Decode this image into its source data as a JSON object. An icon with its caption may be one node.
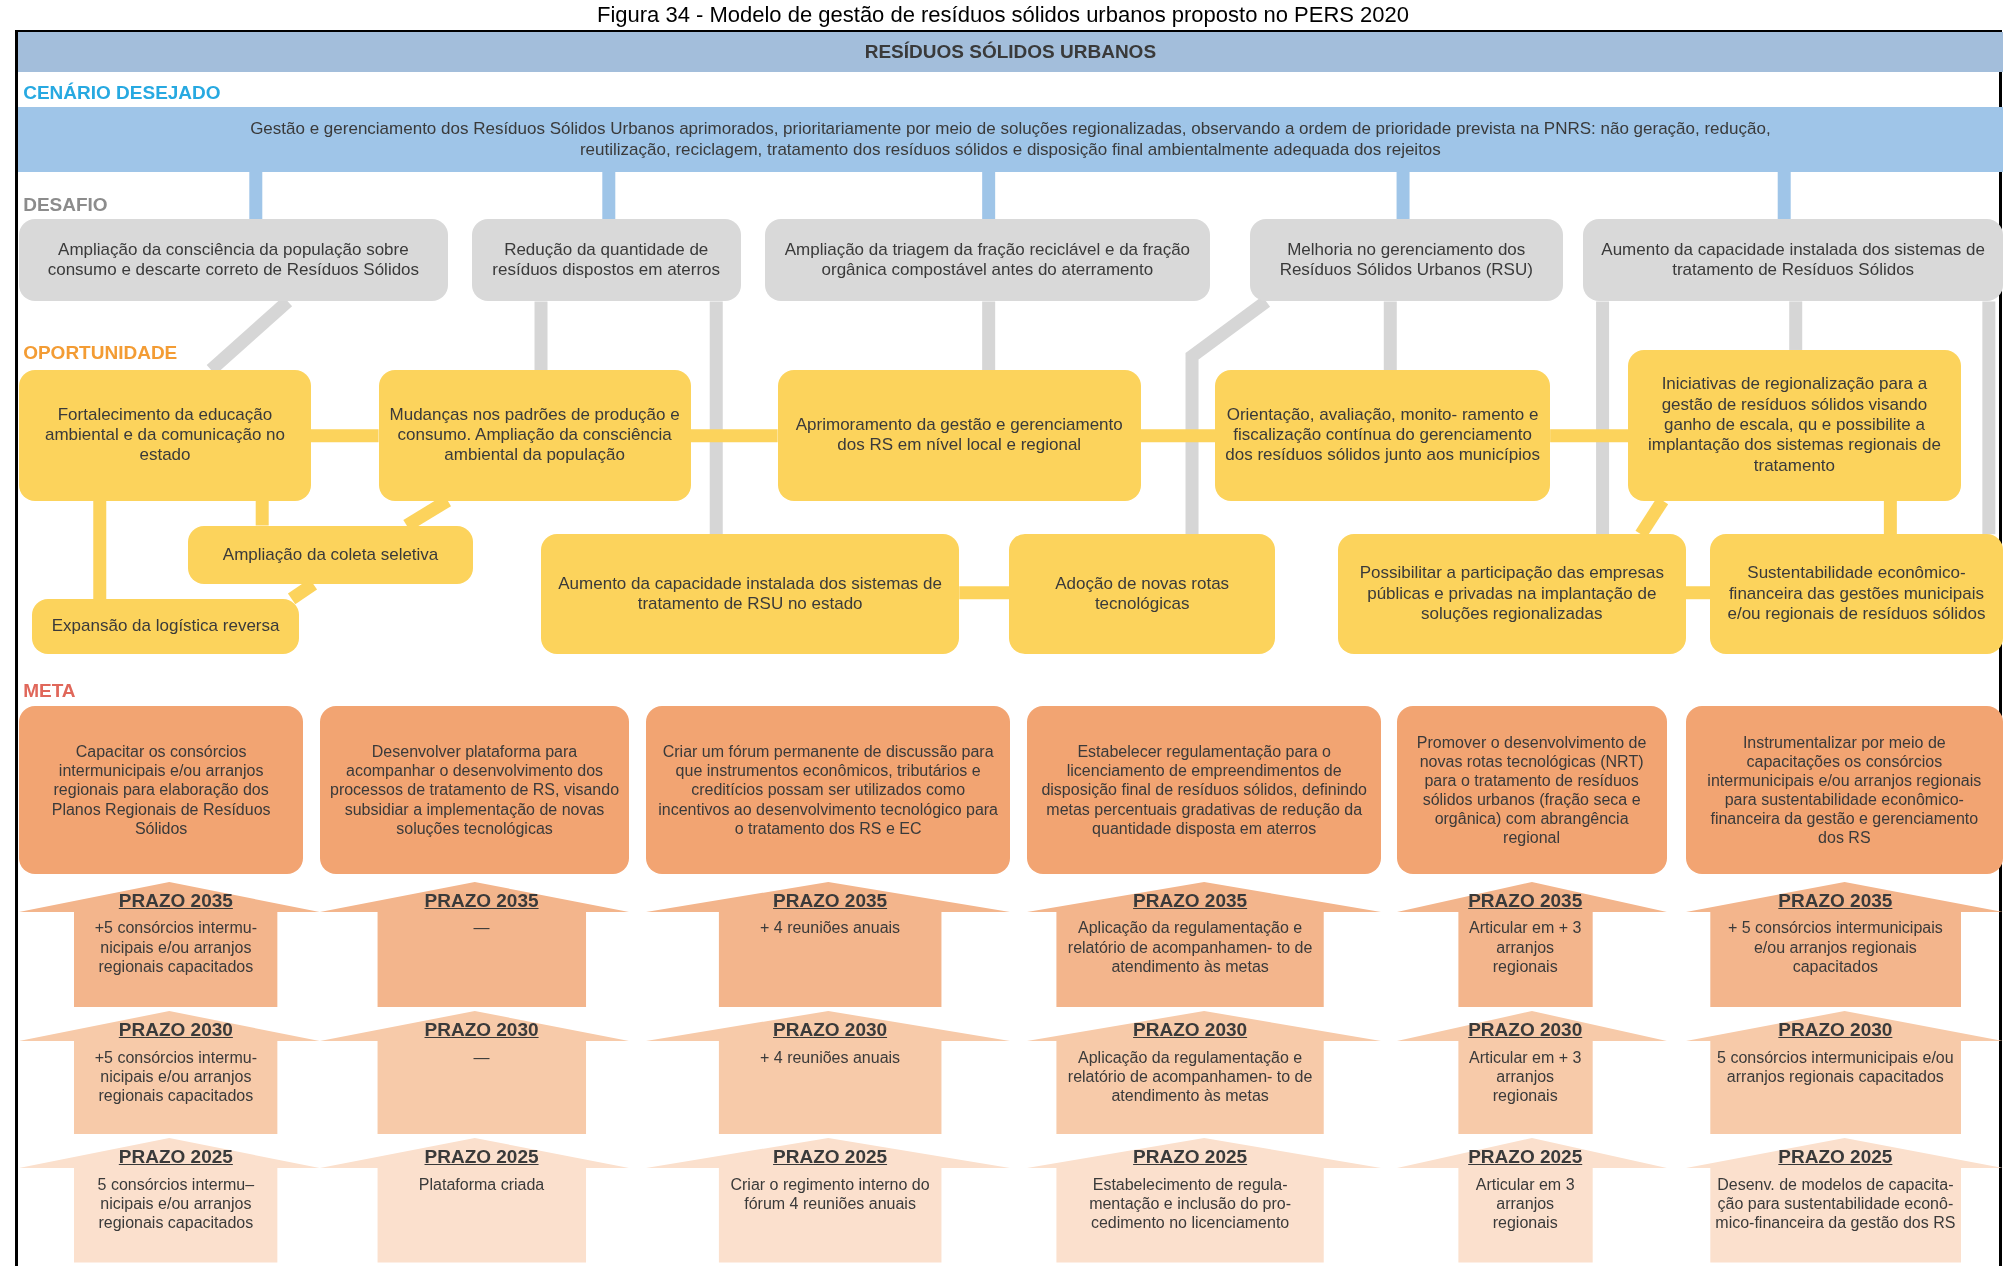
{
  "diagram": {
    "title": "Figura 34 - Modelo de gestão de resíduos sólidos urbanos proposto no PERS 2020",
    "nodes": [
      {
        "text": [
          "RESÍDUOS SÓLIDOS URBANOS"
        ]
      },
      {
        "text": [
          "Gestão e gerenciamento dos Resíduos Sólidos Urbanos aprimorados, prioritariamente por meio de soluções regionalizadas, observando a ordem de prioridade prevista na PNRS: não geração, redução, reutilização, reciclagem, tratamento dos resíduos sólidos e disposição final ambientalmente adequada dos rejeitos"
        ]
      },
      {
        "text": [
          "Ampliação da consciência da população sobre consumo e descarte correto de Resíduos Sólidos"
        ]
      },
      {
        "text": [
          "Redução da quantidade de resíduos dispostos em aterros"
        ]
      },
      {
        "text": [
          "Ampliação da triagem da fração reciclável e da fração orgânica compostável antes do aterramento"
        ]
      },
      {
        "text": [
          "Melhoria no gerenciamento dos Resíduos Sólidos Urbanos (RSU)"
        ]
      },
      {
        "text": [
          "Aumento da capacidade instalada dos sistemas de tratamento de Resíduos Sólidos"
        ]
      },
      {
        "text": [
          "Fortalecimento da educação ambiental e da comunicação no estado"
        ]
      },
      {
        "text": [
          "Mudanças nos padrões de produção e consumo. Ampliação da consciência ambiental da população"
        ]
      },
      {
        "text": [
          "Aprimoramento da gestão e gerenciamento dos RS em nível local e regional"
        ]
      },
      {
        "text": [
          "Orientação, avaliação, monito- ramento e fiscalização contínua do gerenciamento dos resíduos sólidos junto aos municípios"
        ]
      },
      {
        "text": [
          "Iniciativas de regionalização para a gestão de resíduos sólidos visando ganho de escala, qu e possibilite a implantação dos sistemas regionais de tratamento"
        ]
      },
      {
        "text": [
          "Ampliação da coleta seletiva"
        ]
      },
      {
        "text": [
          "Expansão da logística reversa"
        ]
      },
      {
        "text": [
          "Aumento da capacidade instalada dos sistemas de tratamento de RSU no estado"
        ]
      },
      {
        "text": [
          "Adoção de novas rotas tecnológicas"
        ]
      },
      {
        "text": [
          "Possibilitar a participação das empresas públicas e privadas na implantação de soluções regionalizadas"
        ]
      },
      {
        "text": [
          "Sustentabilidade econômico-financeira das gestões municipais e/ou regionais de resíduos sólidos"
        ]
      },
      {
        "text": [
          "Capacitar os consórcios intermunicipais e/ou arranjos regionais para elaboração dos Planos Regionais de Resíduos Sólidos"
        ]
      },
      {
        "text": [
          "Desenvolver plataforma para acompanhar o desenvolvimento dos processos de tratamento de RS, visando subsidiar a implementação de novas soluções tecnológicas"
        ]
      },
      {
        "text": [
          "Criar um fórum permanente de discussão para que instrumentos econômicos, tributários e creditícios possam ser utilizados como incentivos ao desenvolvimento tecnológico para o tratamento dos RS e EC"
        ]
      },
      {
        "text": [
          "Estabelecer regulamentação para o licenciamento de empreendimentos de disposição final de resíduos sólidos, definindo metas percentuais gradativas de redução da quantidade disposta em aterros"
        ]
      },
      {
        "text": [
          "Promover o desenvolvimento de novas rotas tecnológicas (NRT) para o tratamento de resíduos sólidos urbanos (fração seca e orgânica) com abrangência regional"
        ]
      },
      {
        "text": [
          "Instrumentalizar por meio de capacitações os consórcios intermunicipais e/ou arranjos regionais para sustentabilidade econômico-financeira da gestão e gerenciamento dos RS"
        ]
      },
      {
        "text": [
          "PRAZO 2035",
          "+5 consórcios intermu- nicipais e/ou arranjos regionais capacitados"
        ]
      },
      {
        "text": [
          "PRAZO 2035",
          "—"
        ]
      },
      {
        "text": [
          "PRAZO 2035",
          "+ 4 reuniões anuais"
        ]
      },
      {
        "text": [
          "PRAZO 2035",
          "Aplicação da regulamentação e relatório de acompanhamen- to de atendimento às metas"
        ]
      },
      {
        "text": [
          "PRAZO 2035",
          "Articular em + 3 arranjos regionais"
        ]
      },
      {
        "text": [
          "PRAZO 2035",
          "+ 5 consórcios intermunicipais e/ou arranjos regionais capacitados"
        ]
      },
      {
        "text": [
          "PRAZO 2030",
          "+5 consórcios intermu- nicipais e/ou arranjos regionais capacitados"
        ]
      },
      {
        "text": [
          "PRAZO 2030",
          "—"
        ]
      },
      {
        "text": [
          "PRAZO 2030",
          "+ 4 reuniões anuais"
        ]
      },
      {
        "text": [
          "PRAZO 2030",
          "Aplicação da regulamentação e relatório de acompanhamen- to de atendimento às metas"
        ]
      },
      {
        "text": [
          "PRAZO 2030",
          "Articular em + 3 arranjos regionais"
        ]
      },
      {
        "text": [
          "PRAZO 2030",
          "5 consórcios intermunicipais e/ou arranjos regionais capacitados"
        ]
      },
      {
        "text": [
          "PRAZO 2025",
          "5 consórcios intermu– nicipais e/ou arranjos regionais capacitados"
        ]
      },
      {
        "text": [
          "PRAZO 2025",
          "Plataforma criada"
        ]
      },
      {
        "text": [
          "PRAZO 2025",
          "Criar o regimento interno do fórum 4 reuniões anuais"
        ]
      },
      {
        "text": [
          "PRAZO 2025",
          "Estabelecimento de regula- mentação e inclusão do pro- cedimento no licenciamento"
        ]
      },
      {
        "text": [
          "PRAZO 2025",
          "Articular em 3 arranjos regionais"
        ]
      },
      {
        "text": [
          "PRAZO 2025",
          "Desenv. de modelos de capacita- ção para sustentabilidade econô- mico-financeira da gestão dos RS"
        ]
      }
    ],
    "edges": [
      {
        "from": 1,
        "to": 2,
        "arrow": "none",
        "color": "#9fc5e8"
      },
      {
        "from": 1,
        "to": 3,
        "arrow": "none",
        "color": "#9fc5e8"
      },
      {
        "from": 1,
        "to": 4,
        "arrow": "none",
        "color": "#9fc5e8"
      },
      {
        "from": 1,
        "to": 5,
        "arrow": "none",
        "color": "#9fc5e8"
      },
      {
        "from": 1,
        "to": 6,
        "arrow": "none",
        "color": "#9fc5e8"
      },
      {
        "from": 2,
        "to": 7,
        "arrow": "none",
        "color": "#d6d6d6"
      },
      {
        "from": 3,
        "to": 8,
        "arrow": "none",
        "color": "#d6d6d6"
      },
      {
        "from": 3,
        "to": 14,
        "arrow": "none",
        "color": "#d6d6d6"
      },
      {
        "from": 4,
        "to": 9,
        "arrow": "none",
        "color": "#d6d6d6"
      },
      {
        "from": 5,
        "to": 15,
        "arrow": "none",
        "color": "#d6d6d6"
      },
      {
        "from": 5,
        "to": 10,
        "arrow": "none",
        "color": "#d6d6d6"
      },
      {
        "from": 6,
        "to": 16,
        "arrow": "none",
        "color": "#d6d6d6"
      },
      {
        "from": 6,
        "to": 11,
        "arrow": "none",
        "color": "#d6d6d6"
      },
      {
        "from": 6,
        "to": 17,
        "arrow": "none",
        "color": "#d6d6d6"
      },
      {
        "from": 7,
        "to": 8,
        "arrow": "none"
      },
      {
        "from": 8,
        "to": 9,
        "arrow": "none"
      },
      {
        "from": 9,
        "to": 10,
        "arrow": "none"
      },
      {
        "from": 10,
        "to": 11,
        "arrow": "none"
      },
      {
        "from": 7,
        "to": 13,
        "arrow": "none"
      },
      {
        "from": 7,
        "to": 12,
        "arrow": "none"
      },
      {
        "from": 8,
        "to": 12,
        "arrow": "none"
      },
      {
        "from": 12,
        "to": 13,
        "arrow": "none"
      },
      {
        "from": 14,
        "to": 15,
        "arrow": "none"
      },
      {
        "from": 11,
        "to": 16,
        "arrow": "none"
      },
      {
        "from": 11,
        "to": 17,
        "arrow": "none"
      },
      {
        "from": 16,
        "to": 17,
        "arrow": "none"
      }
    ],
    "labels": [
      "CENÁRIO DESEJADO",
      "DESAFIO",
      "OPORTUNIDADE",
      "META"
    ]
  }
}
